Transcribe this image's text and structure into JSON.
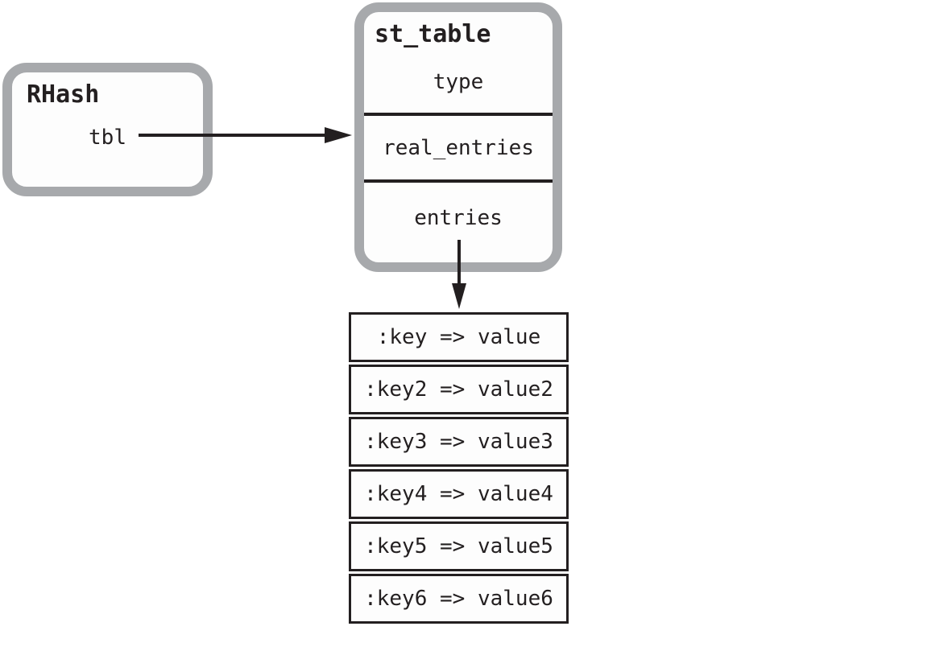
{
  "rhash": {
    "title": "RHash",
    "field_tbl": "tbl"
  },
  "st_table": {
    "title": "st_table",
    "fields": [
      "type",
      "real_entries",
      "entries"
    ]
  },
  "entries": {
    "rows": [
      ":key => value",
      ":key2 => value2",
      ":key3 => value3",
      ":key4 => value4",
      ":key5 => value5",
      ":key6 => value6"
    ]
  },
  "connections": [
    {
      "from": "tbl",
      "to": "st_table"
    },
    {
      "from": "entries",
      "to": "entries-table"
    }
  ],
  "colors": {
    "ink_black": "#231f20",
    "border_gray": "#a7a9ac",
    "box_fill": "#fdfdfd",
    "page_bg": "#ffffff"
  }
}
